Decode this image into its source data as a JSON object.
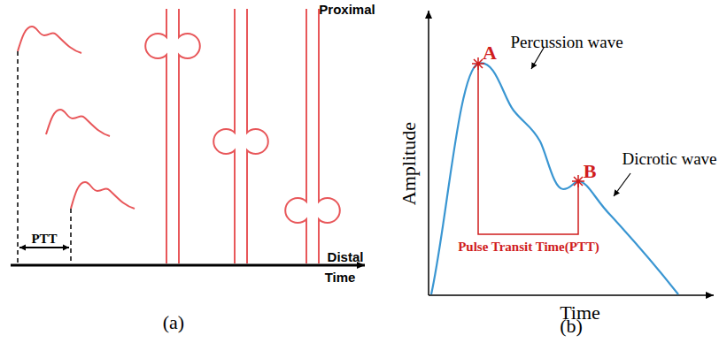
{
  "diagram": {
    "labels": [
      "PTT",
      "Proximal",
      "Distal",
      "Time",
      "(a)",
      "A",
      "Percussion wave",
      "B",
      "Dicrotic wave",
      "Amplitude",
      "Time",
      "Pulse Transit Time(PTT)",
      "(b)"
    ]
  }
}
